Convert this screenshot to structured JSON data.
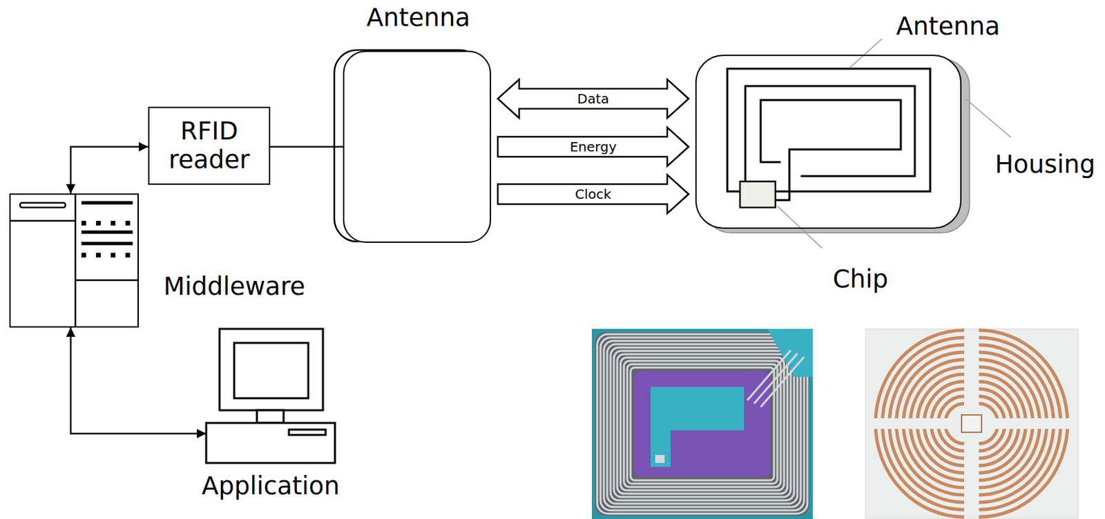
{
  "diagram": {
    "nodes": [
      {
        "text": [
          "RFID reader"
        ]
      },
      {
        "text": [
          "Antenna"
        ]
      },
      {
        "text": [
          "Housing"
        ]
      },
      {
        "text": [
          "Middleware"
        ]
      },
      {
        "text": [
          "Application"
        ]
      }
    ],
    "edges": [
      {
        "from": 0,
        "to": 1,
        "arrow": "none"
      },
      {
        "from": 1,
        "to": 2,
        "label": "Data",
        "arrow": "both"
      },
      {
        "from": 1,
        "to": 2,
        "label": "Energy",
        "arrow": "to"
      },
      {
        "from": 1,
        "to": 2,
        "label": "Clock",
        "arrow": "to"
      },
      {
        "from": 0,
        "to": 3,
        "arrow": "both"
      },
      {
        "from": 3,
        "to": 4,
        "arrow": "both"
      }
    ],
    "labels": [
      "Antenna",
      "Chip"
    ]
  }
}
